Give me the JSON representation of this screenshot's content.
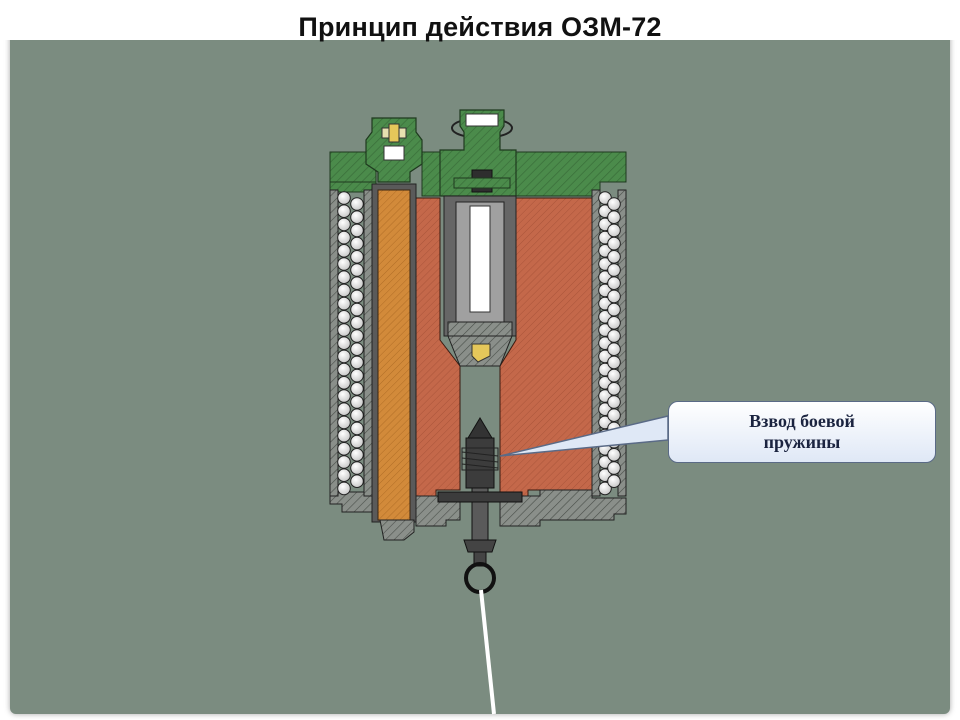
{
  "slide": {
    "title": "Принцип действия ОЗМ-72"
  },
  "callout": {
    "line1": "Взвод боевой",
    "line2": "пружины"
  },
  "colors": {
    "background": "#7b8c80",
    "housing": "#4b8b4b",
    "explosive": "#c4684a",
    "fuse": "#d28a3a",
    "callout_fill": "#e6eefa"
  }
}
